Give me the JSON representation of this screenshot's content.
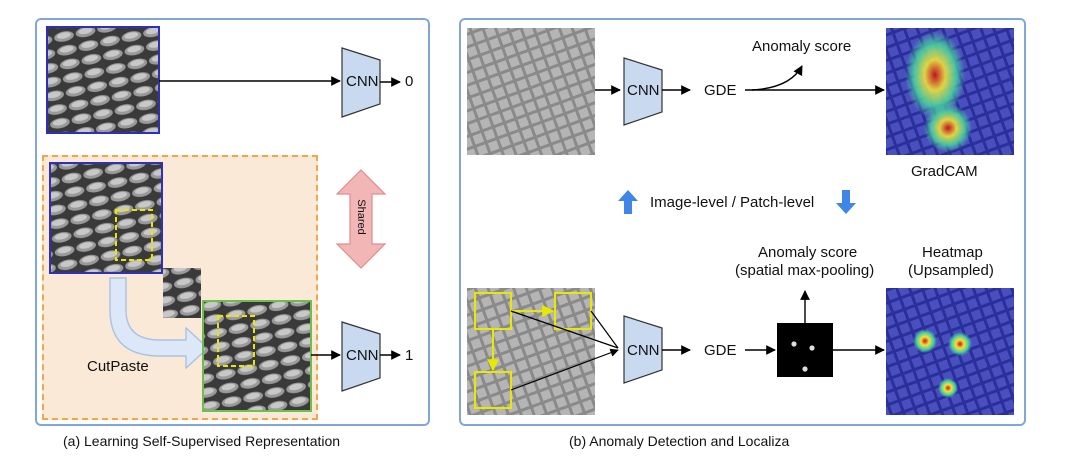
{
  "panel_a": {
    "caption": "(a) Learning Self-Supervised Representation",
    "cnn_top_label": "CNN",
    "cnn_top_output": "0",
    "cnn_bottom_label": "CNN",
    "cnn_bottom_output": "1",
    "shared_label": "Shared",
    "cutpaste_label": "CutPaste"
  },
  "panel_b": {
    "caption": "(b) Anomaly Detection and Localiza",
    "top_cnn_label": "CNN",
    "top_gde_label": "GDE",
    "top_anomaly_score": "Anomaly score",
    "gradcam_label": "GradCAM",
    "level_label": "Image-level / Patch-level",
    "bottom_anomaly_score_line1": "Anomaly score",
    "bottom_anomaly_score_line2": "(spatial max-pooling)",
    "heatmap_line1": "Heatmap",
    "heatmap_line2": "(Upsampled)",
    "bottom_cnn_label": "CNN",
    "bottom_gde_label": "GDE"
  },
  "colors": {
    "panel_border": "#7fa8d8",
    "cnn_fill": "#c9daf0",
    "patch_highlight": "#e8e800",
    "cutpaste_bg": "#fbe9d8",
    "cutpaste_border": "#f0a848",
    "shared_arrow": "#f2b6b6",
    "level_arrow": "#3f86e6",
    "anomaly_green": "#7ccf4e",
    "anomaly_blue": "#3a3ad0"
  }
}
